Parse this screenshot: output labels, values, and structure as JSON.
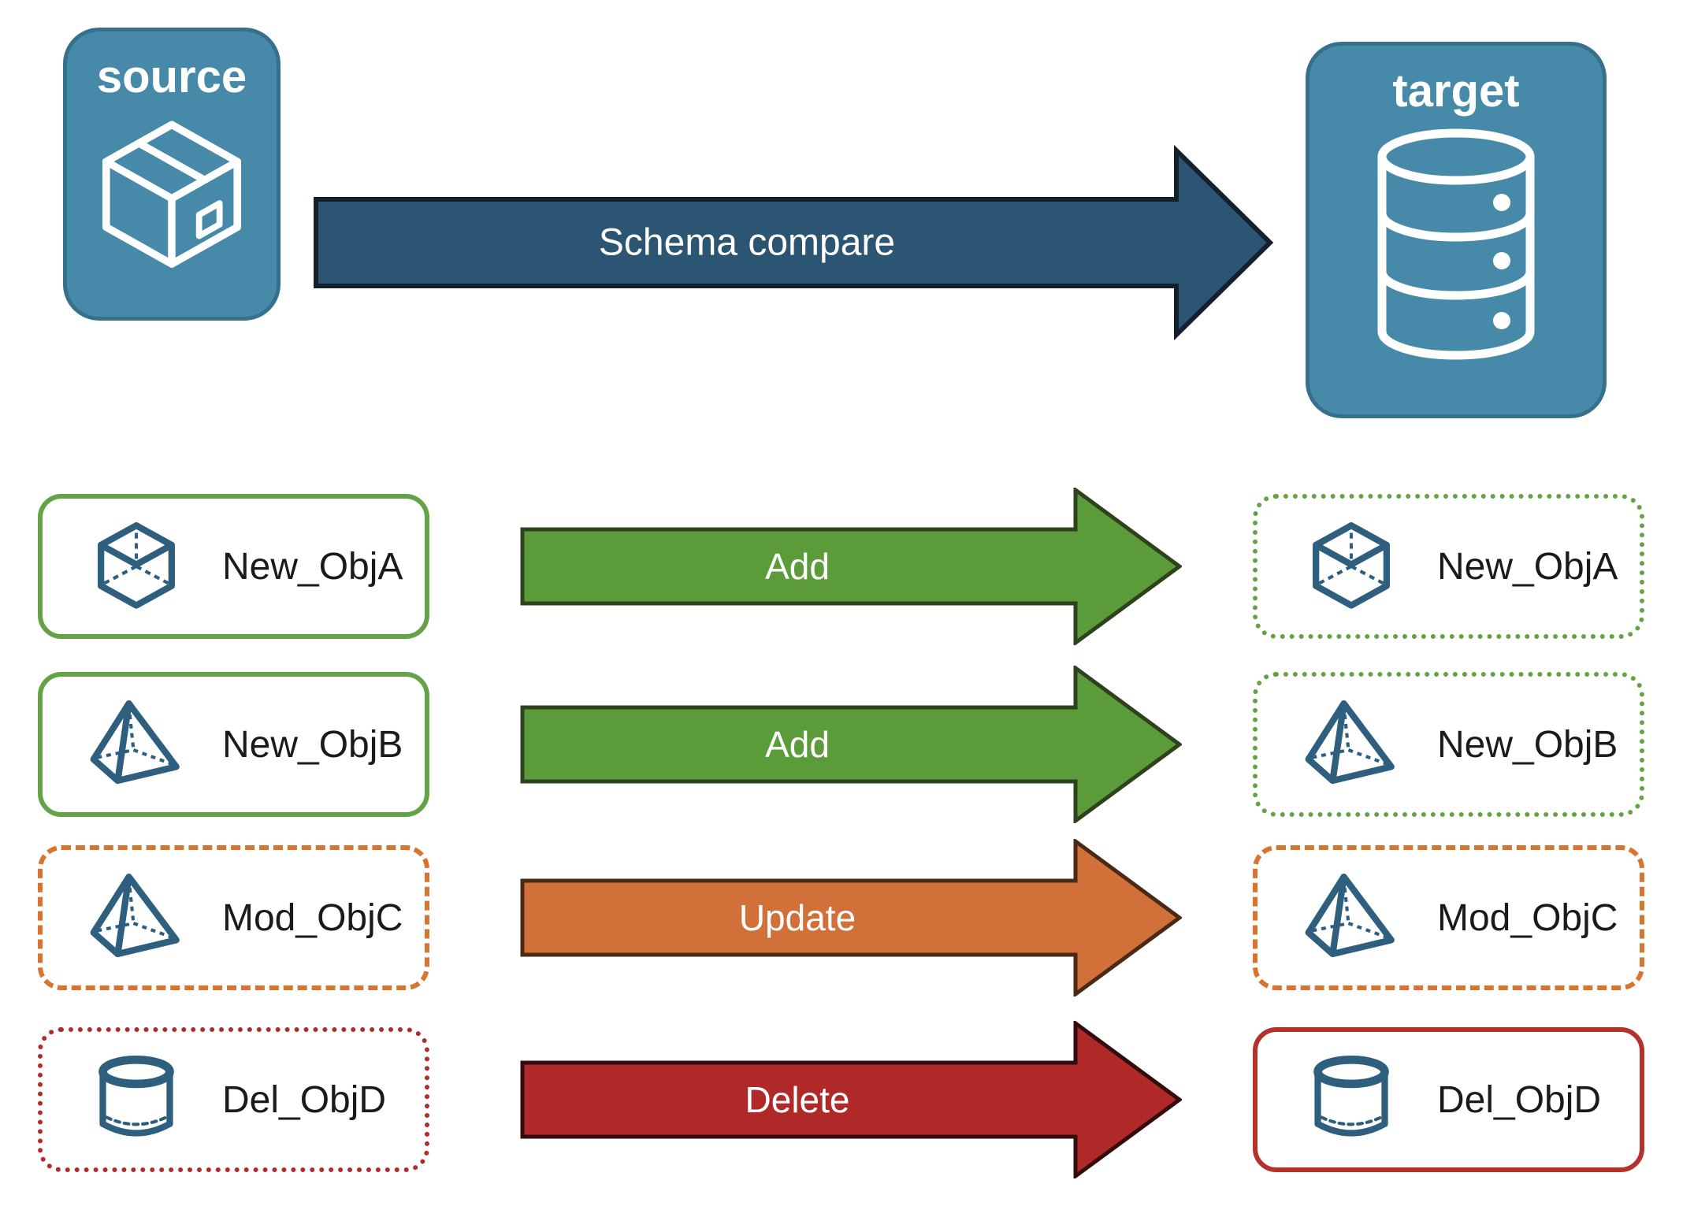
{
  "palette": {
    "node_fill": "#4689A8",
    "node_border": "#35708C",
    "icon_blue": "#2E5F7F",
    "label_color": "#1A1A1A",
    "arrow_text": "#FFFFFF"
  },
  "source_node": {
    "label": "source",
    "icon": "package-icon"
  },
  "target_node": {
    "label": "target",
    "icon": "database-icon"
  },
  "main_arrow": {
    "label": "Schema compare",
    "fill": "#2C5573",
    "border": "#14202C"
  },
  "rows": [
    {
      "source_label": "New_ObjA",
      "target_label": "New_ObjA",
      "action": "Add",
      "icon": "cube-icon",
      "source_border": {
        "color": "#63A346",
        "style": "solid"
      },
      "target_border": {
        "color": "#63A346",
        "style": "dotted"
      },
      "arrow": {
        "fill": "#5B9B3A",
        "border": "#2E431D"
      }
    },
    {
      "source_label": "New_ObjB",
      "target_label": "New_ObjB",
      "action": "Add",
      "icon": "pyramid-icon",
      "source_border": {
        "color": "#63A346",
        "style": "solid"
      },
      "target_border": {
        "color": "#63A346",
        "style": "dotted"
      },
      "arrow": {
        "fill": "#5B9B3A",
        "border": "#2E431D"
      }
    },
    {
      "source_label": "Mod_ObjC",
      "target_label": "Mod_ObjC",
      "action": "Update",
      "icon": "pyramid-icon",
      "source_border": {
        "color": "#D8742F",
        "style": "dashed"
      },
      "target_border": {
        "color": "#D8742F",
        "style": "dashed"
      },
      "arrow": {
        "fill": "#D2703A",
        "border": "#4B2A15"
      }
    },
    {
      "source_label": "Del_ObjD",
      "target_label": "Del_ObjD",
      "action": "Delete",
      "icon": "cylinder-icon",
      "source_border": {
        "color": "#B02C2B",
        "style": "dotted"
      },
      "target_border": {
        "color": "#B5322C",
        "style": "solid"
      },
      "arrow": {
        "fill": "#AE2927",
        "border": "#330D0E"
      }
    }
  ]
}
